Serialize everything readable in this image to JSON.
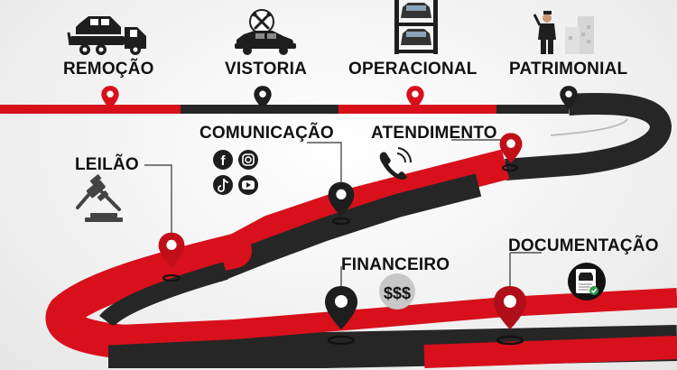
{
  "colors": {
    "red": "#d7101c",
    "dark": "#262626",
    "line": "#333333"
  },
  "top_stages": [
    {
      "id": "remocao",
      "label": "REMOÇÃO",
      "icon": "tow-truck-icon",
      "pin_color": "#d7101c"
    },
    {
      "id": "vistoria",
      "label": "VISTORIA",
      "icon": "car-inspection-icon",
      "pin_color": "#1e1e1e"
    },
    {
      "id": "operacional",
      "label": "OPERACIONAL",
      "icon": "car-storage-rack-icon",
      "pin_color": "#d7101c"
    },
    {
      "id": "patrimonial",
      "label": "PATRIMONIAL",
      "icon": "security-guard-icon",
      "pin_color": "#1e1e1e"
    }
  ],
  "path_stages": [
    {
      "id": "comunicacao",
      "label": "COMUNICAÇÃO",
      "icon": "social-media-icons"
    },
    {
      "id": "atendimento",
      "label": "ATENDIMENTO",
      "icon": "phone-icon"
    },
    {
      "id": "leilao",
      "label": "LEILÃO",
      "icon": "auction-gavel-icon"
    },
    {
      "id": "financeiro",
      "label": "FINANCEIRO",
      "icon": "money-icon",
      "icon_text": "$$$"
    },
    {
      "id": "documentacao",
      "label": "DOCUMENTAÇÃO",
      "icon": "vehicle-document-icon"
    }
  ]
}
